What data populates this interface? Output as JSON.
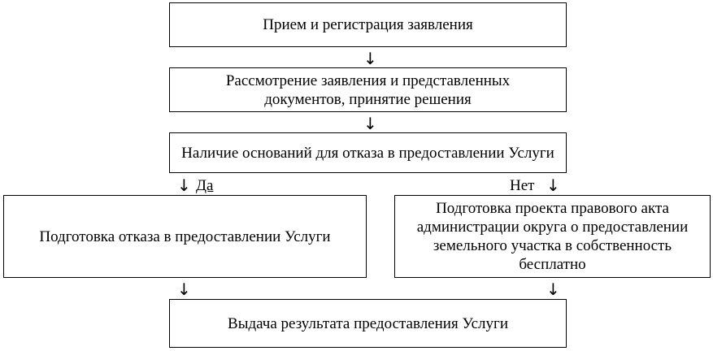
{
  "flowchart": {
    "step1": "Прием и регистрация заявления",
    "step2": "Рассмотрение заявления и представленных документов, принятие решения",
    "step3": "Наличие оснований для отказа в предоставлении Услуги",
    "branch_yes_label": "Да",
    "branch_no_label": "Нет",
    "step_yes": "Подготовка отказа в предоставлении Услуги",
    "step_no": "Подготовка проекта правового акта администрации округа о предоставлении земельного участка в собственность бесплатно",
    "step_final": "Выдача результата предоставления Услуги",
    "arrow_glyph": "↓"
  }
}
